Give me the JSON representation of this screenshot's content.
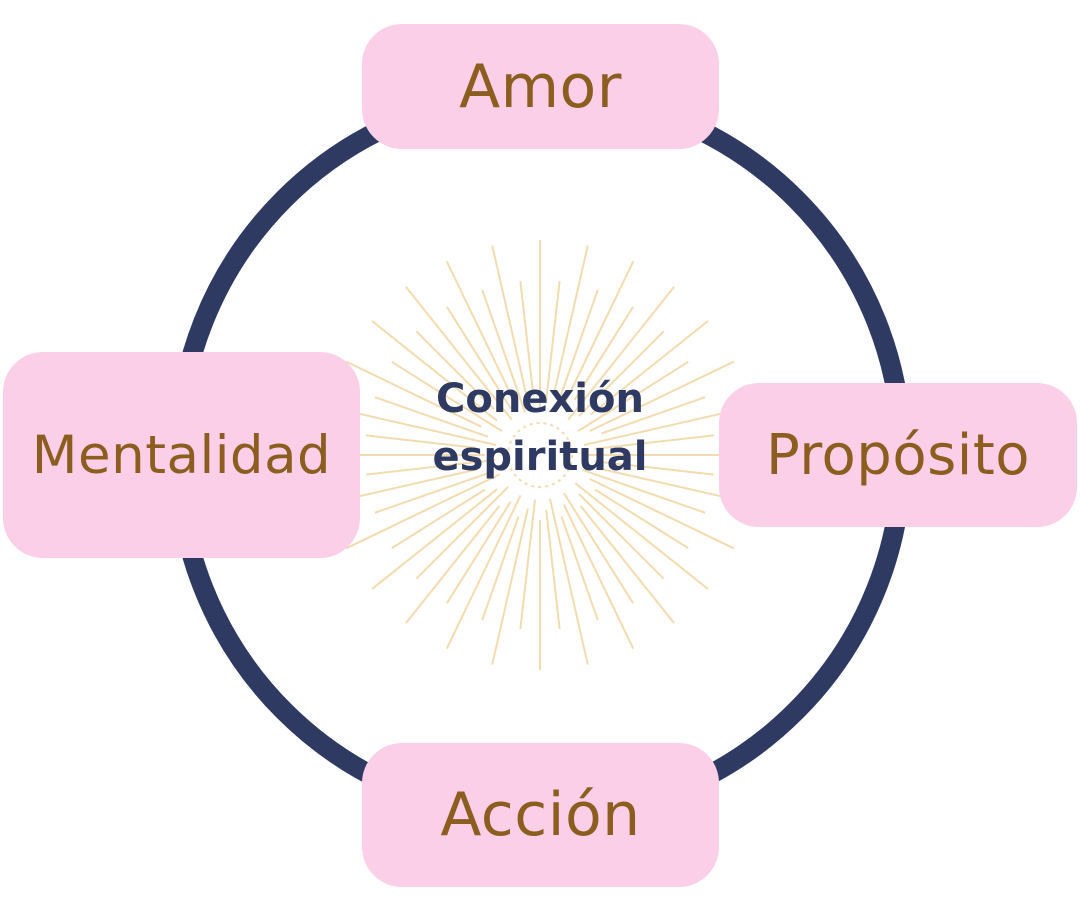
{
  "colors": {
    "ring": "#2e3a62",
    "node_fill": "#fbcfe8",
    "node_text": "#8b5e20",
    "center_text": "#2e3a62",
    "rays": "#f2dcaf"
  },
  "center": {
    "line1": "Conexión",
    "line2": "espiritual"
  },
  "nodes": {
    "top": "Amor",
    "right": "Propósito",
    "bottom": "Acción",
    "left": "Mentalidad"
  }
}
